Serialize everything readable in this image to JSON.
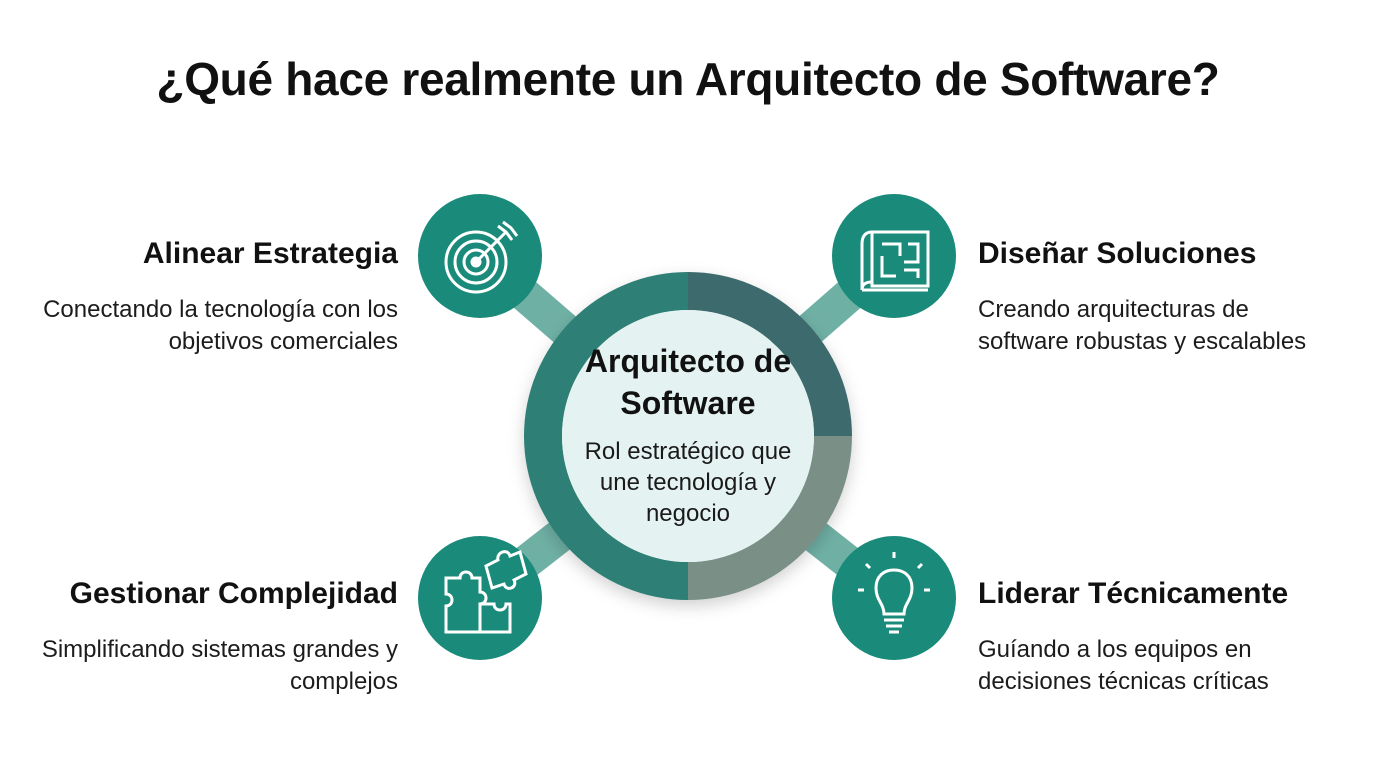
{
  "title": "¿Qué hace realmente un Arquitecto de Software?",
  "center": {
    "title": "Arquitecto de Software",
    "subtitle": "Rol estratégico que une tecnología y negocio"
  },
  "branches": [
    {
      "position": "top-left",
      "icon": "target-icon",
      "heading": "Alinear Estrategia",
      "description": "Conectando la tecnología con los objetivos comerciales"
    },
    {
      "position": "top-right",
      "icon": "blueprint-icon",
      "heading": "Diseñar Soluciones",
      "description": "Creando arquitecturas de software robustas y escalables"
    },
    {
      "position": "bottom-left",
      "icon": "puzzle-icon",
      "heading": "Gestionar Complejidad",
      "description": "Simplificando sistemas grandes y complejos"
    },
    {
      "position": "bottom-right",
      "icon": "lightbulb-icon",
      "heading": "Liderar Técnicamente",
      "description": "Guíando a los equipos en decisiones técnicas críticas"
    }
  ],
  "colors": {
    "node": "#1a8b7a",
    "connector": "#6fb0a5",
    "ring_dark": "#2f7f74",
    "ring_slate": "#3d6b6c",
    "ring_gray": "#7a9087",
    "center_fill": "#e4f3f1",
    "icon_line": "#ffffff"
  }
}
